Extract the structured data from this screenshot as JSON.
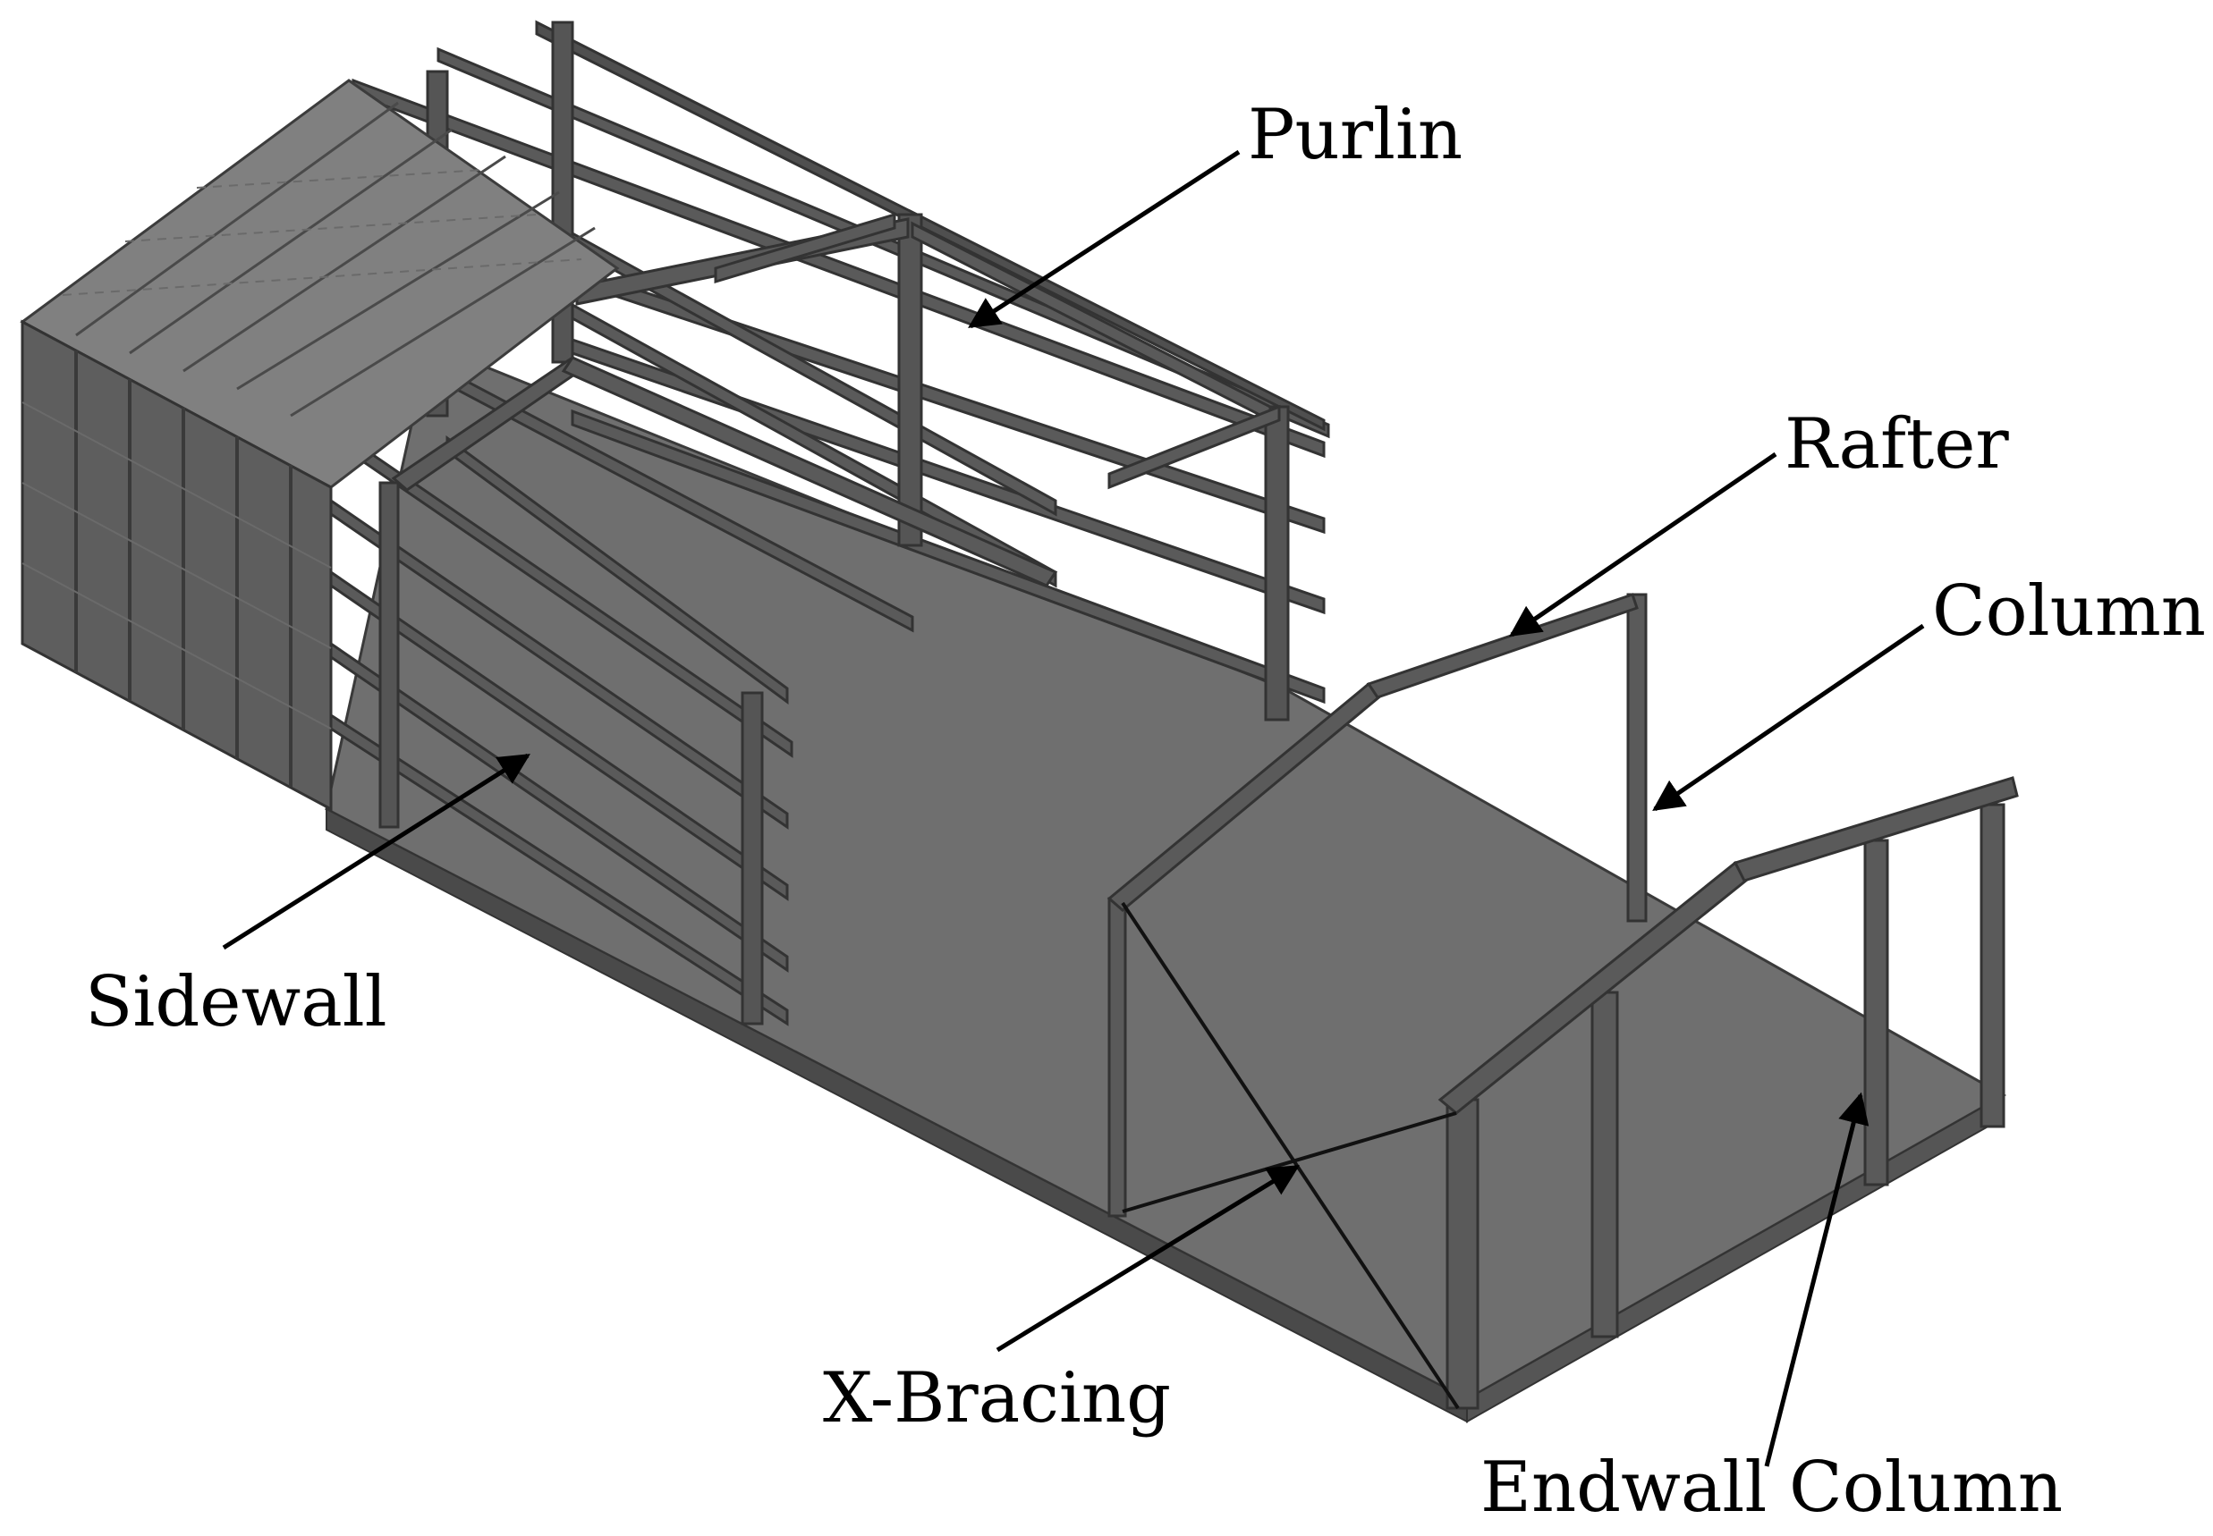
{
  "labels": {
    "purlin": "Purlin",
    "rafter": "Rafter",
    "column": "Column",
    "sidewall": "Sidewall",
    "x_bracing": "X-Bracing",
    "endwall_column": "Endwall Column"
  },
  "colors": {
    "background": "#ffffff",
    "floor": "#6f6f6f",
    "floor_edge": "#4a4a4a",
    "member": "#5a5a5a",
    "member_dark": "#3c3c3c",
    "roof": "#808080",
    "wall_panel": "#5e5e5e",
    "line": "#000000"
  }
}
